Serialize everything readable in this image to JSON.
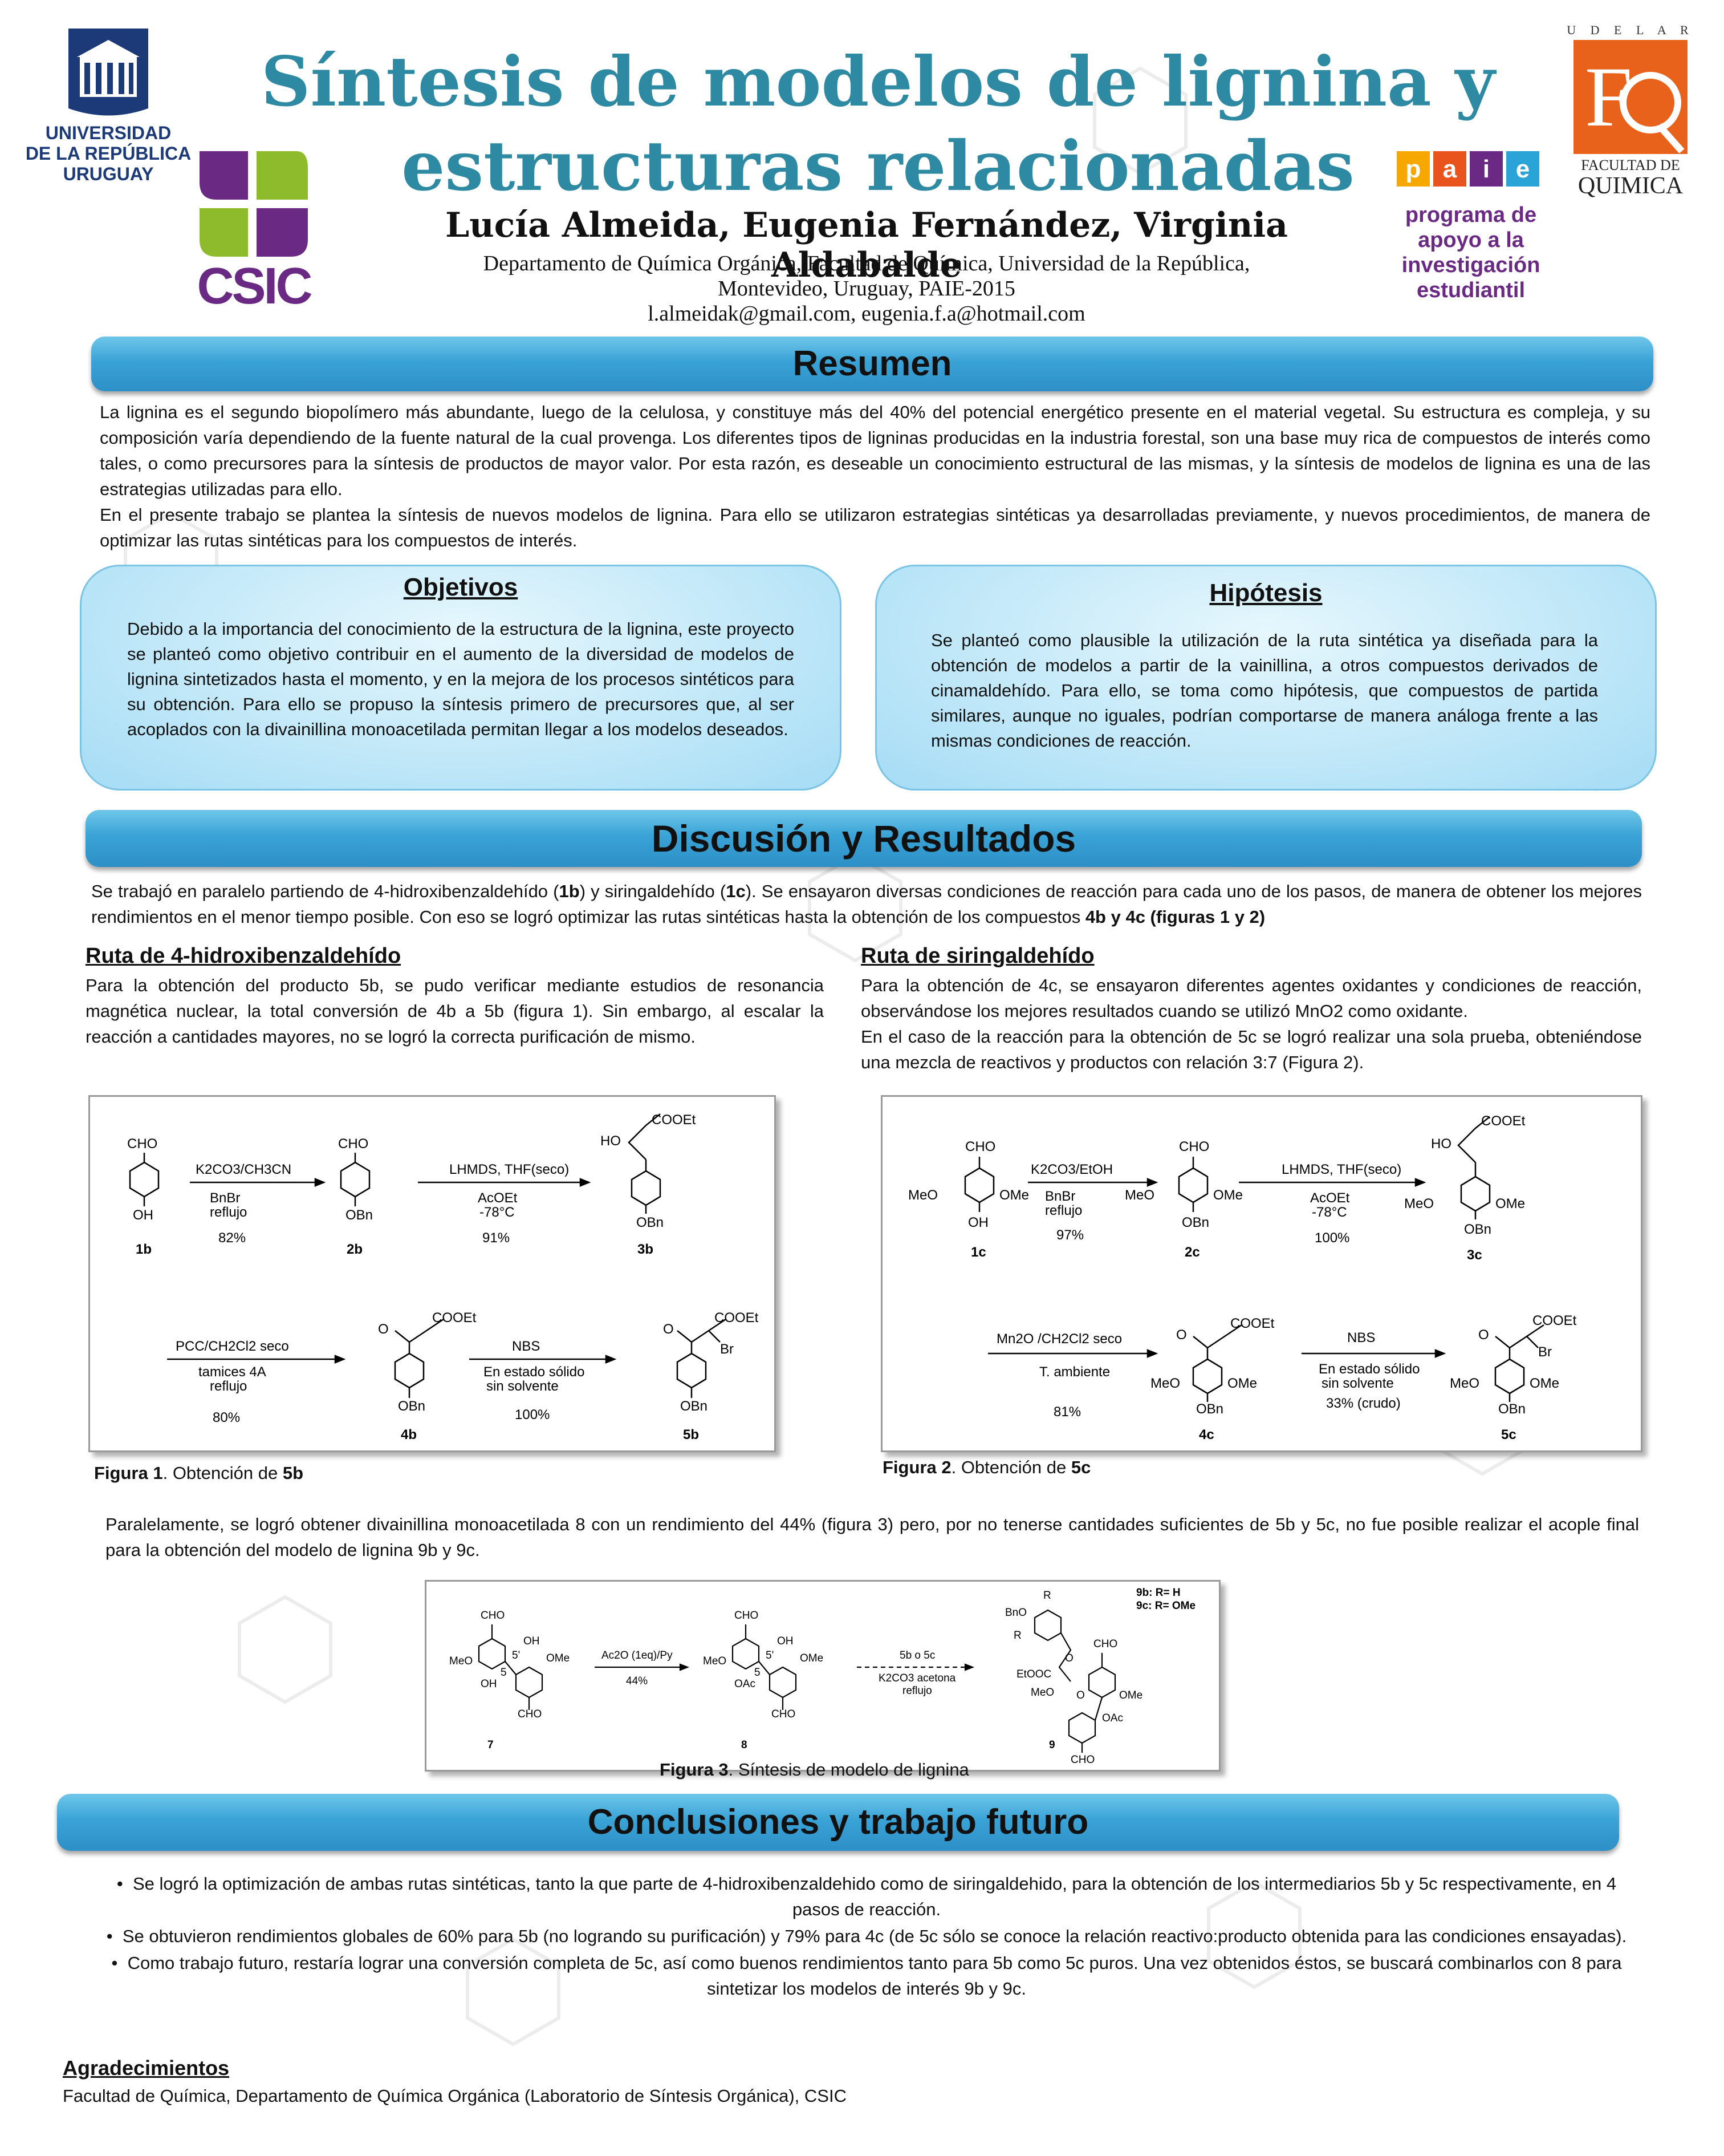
{
  "header": {
    "title_line1": "Síntesis de modelos de lignina y",
    "title_line2": "estructuras relacionadas",
    "authors": "Lucía Almeida, Eugenia Fernández, Virginia Aldabalde",
    "affiliation_line1": "Departamento de Química Orgánica, Facultad de Química, Universidad de la República,",
    "affiliation_line2": "Montevideo, Uruguay, PAIE-2015",
    "affiliation_line3": "l.almeidak@gmail.com, eugenia.f.a@hotmail.com"
  },
  "logos": {
    "udelar_line1": "UNIVERSIDAD",
    "udelar_line2": "DE LA REPÚBLICA",
    "udelar_line3": "URUGUAY",
    "csic": "CSIC",
    "paie_word": "p a i e",
    "paie_line1": "programa de",
    "paie_line2": "apoyo a la",
    "paie_line3": "investigación",
    "paie_line4": "estudiantil",
    "fq_top": "U D E L A R",
    "fq_line1": "FACULTAD DE",
    "fq_line2": "QUIMICA"
  },
  "resumen": {
    "heading": "Resumen",
    "p1": "La lignina es el segundo biopolímero más abundante, luego de la celulosa, y constituye más del 40% del potencial energético presente en el material vegetal. Su estructura es compleja, y su composición varía dependiendo de la fuente natural de la cual provenga. Los diferentes tipos de ligninas producidas en la industria forestal, son una base muy rica de compuestos de interés como tales, o como precursores para la síntesis de productos de mayor valor. Por esta razón, es deseable un conocimiento estructural de las mismas, y la síntesis de modelos de lignina es una de las estrategias utilizadas para ello.",
    "p2": "En el presente trabajo se plantea la síntesis de nuevos modelos de lignina. Para ello se utilizaron estrategias sintéticas ya desarrolladas previamente, y nuevos procedimientos, de manera de optimizar las rutas sintéticas para los compuestos de interés."
  },
  "objetivos": {
    "heading": "Objetivos",
    "text": "Debido a la importancia del conocimiento de la estructura de la lignina, este proyecto se planteó como objetivo contribuir en el aumento de la diversidad de modelos de lignina sintetizados hasta el momento, y en la mejora de los procesos sintéticos para su obtención. Para ello se propuso la síntesis primero de precursores que, al ser acoplados con la divainillina monoacetilada permitan llegar a los modelos deseados."
  },
  "hipotesis": {
    "heading": "Hipótesis",
    "text": "Se planteó como plausible la utilización de la ruta sintética ya diseñada para la obtención de modelos a partir de la vainillina, a otros compuestos derivados de cinamaldehído. Para ello, se toma como hipótesis, que compuestos de partida similares, aunque no iguales, podrían comportarse de manera análoga frente a las mismas condiciones de reacción."
  },
  "discusion": {
    "heading": "Discusión y Resultados",
    "intro_a": "Se trabajó en paralelo partiendo de 4-hidroxibenzaldehído (",
    "intro_b": "1b",
    "intro_c": ") y siringaldehído (",
    "intro_d": "1c",
    "intro_e": "). Se ensayaron diversas condiciones de reacción para cada uno de los pasos, de manera de obtener los mejores rendimientos en el menor tiempo posible. Con eso se logró optimizar las rutas sintéticas hasta la obtención de los compuestos ",
    "intro_f": "4b y 4c (figuras 1 y 2)",
    "ruta1_heading": "Ruta de 4-hidroxibenzaldehído",
    "ruta1_text": "Para la obtención del producto 5b, se pudo verificar mediante estudios de resonancia magnética nuclear, la total conversión de 4b a 5b (figura 1). Sin embargo, al escalar la reacción a cantidades mayores, no se logró la correcta purificación de mismo.",
    "ruta2_heading": "Ruta de siringaldehído",
    "ruta2_text1": "Para la obtención de 4c, se ensayaron diferentes agentes oxidantes y condiciones de reacción, observándose los mejores resultados cuando se utilizó MnO2 como oxidante.",
    "ruta2_text2": "En el caso de la reacción para la obtención de 5c se logró realizar una sola prueba, obteniéndose una mezcla de reactivos y productos con relación 3:7 (Figura 2).",
    "fig1_caption_a": "Figura 1",
    "fig1_caption_b": ". Obtención de ",
    "fig1_caption_c": "5b",
    "fig2_caption_a": "Figura 2",
    "fig2_caption_b": ". Obtención de ",
    "fig2_caption_c": "5c",
    "paralelo": "Paralelamente, se logró obtener divainillina monoacetilada 8 con un rendimiento del 44% (figura 3) pero, por no tenerse cantidades suficientes de 5b y 5c, no fue posible realizar el acople final para la obtención del modelo de lignina 9b y 9c.",
    "fig3_caption_a": "Figura 3",
    "fig3_caption_b": ". Síntesis de modelo de lignina"
  },
  "scheme1": {
    "cho": "CHO",
    "oh": "OH",
    "obn": "OBn",
    "cooet": "COOEt",
    "ho": "HO",
    "o": "O",
    "br": "Br",
    "c1b": "1b",
    "c2b": "2b",
    "c3b": "3b",
    "c4b": "4b",
    "c5b": "5b",
    "r1_top": "K2CO3/CH3CN",
    "r1_b1": "BnBr",
    "r1_b2": "reflujo",
    "r1_y": "82%",
    "r2_top": "LHMDS, THF(seco)",
    "r2_b1": "AcOEt",
    "r2_b2": "-78°C",
    "r2_y": "91%",
    "r3_top": "PCC/CH2Cl2 seco",
    "r3_b1": "tamices 4A",
    "r3_b2": "reflujo",
    "r3_y": "80%",
    "r4_top": "NBS",
    "r4_b1": "En estado sólido",
    "r4_b2": "sin solvente",
    "r4_y": "100%"
  },
  "scheme2": {
    "cho": "CHO",
    "oh": "OH",
    "obn": "OBn",
    "ome": "OMe",
    "meo": "MeO",
    "cooet": "COOEt",
    "ho": "HO",
    "o": "O",
    "br": "Br",
    "c1c": "1c",
    "c2c": "2c",
    "c3c": "3c",
    "c4c": "4c",
    "c5c": "5c",
    "r1_top": "K2CO3/EtOH",
    "r1_b1": "BnBr",
    "r1_b2": "reflujo",
    "r1_y": "97%",
    "r2_top": "LHMDS, THF(seco)",
    "r2_b1": "AcOEt",
    "r2_b2": "-78°C",
    "r2_y": "100%",
    "r3_top": "Mn2O /CH2Cl2 seco",
    "r3_b1": "T. ambiente",
    "r3_y": "81%",
    "r4_top": "NBS",
    "r4_b1": "En estado sólido",
    "r4_b2": "sin solvente",
    "r4_y": "33% (crudo)"
  },
  "scheme3": {
    "cho": "CHO",
    "oh": "OH",
    "ome": "OMe",
    "meo": "MeO",
    "oac": "OAc",
    "bno": "BnO",
    "r": "R",
    "etooc": "EtOOC",
    "o": "O",
    "five": "5",
    "fivep": "5'",
    "c7": "7",
    "c8": "8",
    "c9": "9",
    "r1_top": "Ac2O (1eq)/Py",
    "r1_y": "44%",
    "r2_top": "5b o 5c",
    "r2_b1": "K2CO3 acetona",
    "r2_b2": "reflujo",
    "legend1": "9b: R= H",
    "legend2": "9c: R= OMe"
  },
  "conclusiones": {
    "heading": "Conclusiones y trabajo futuro",
    "b1": "Se logró la optimización de ambas rutas sintéticas, tanto la que parte de 4-hidroxibenzaldehido como de siringaldehido, para la obtención de los intermediarios 5b y 5c respectivamente, en 4 pasos de reacción.",
    "b2": "Se obtuvieron rendimientos globales de 60% para 5b (no logrando su purificación) y 79% para 4c (de 5c sólo se conoce la relación reactivo:producto obtenida para las condiciones ensayadas).",
    "b3": "Como trabajo futuro, restaría lograr una conversión completa de 5c, así como buenos rendimientos tanto para 5b como 5c puros. Una vez obtenidos éstos, se buscará combinarlos con 8 para sintetizar los modelos de interés 9b y 9c."
  },
  "agradecimientos": {
    "heading": "Agradecimientos",
    "text": "Facultad de Química, Departamento de Química Orgánica (Laboratorio de Síntesis Orgánica), CSIC"
  },
  "colors": {
    "title": "#2e8aa3",
    "banner": "#3aa3d6",
    "box": "#bfe7f8",
    "udelar_blue": "#1c3a78",
    "csic_purple": "#6a2a83",
    "fq_orange": "#e8621c"
  }
}
